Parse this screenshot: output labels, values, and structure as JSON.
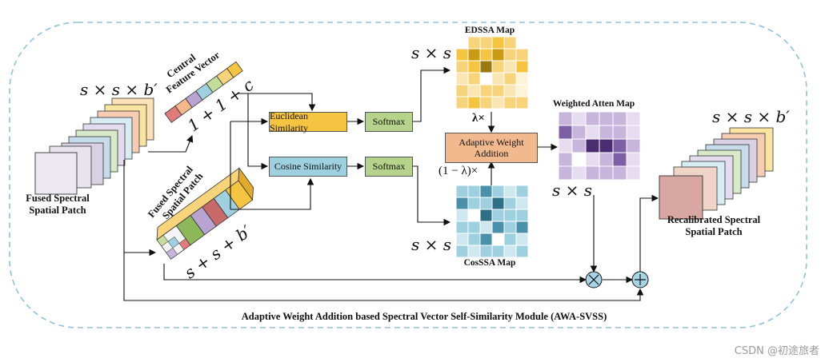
{
  "colors": {
    "frame_dash": "#8fc3d8",
    "euclidean_box": "#f5c542",
    "cosine_box": "#9fd0e0",
    "softmax_box": "#b5d38a",
    "adaptive_box": "#f2b98e",
    "circle_op": "#a8d4e6",
    "edssa_palette": [
      "#f7d37a",
      "#f5c542",
      "#c99a12",
      "#9a7a10",
      "#f9e6b2",
      "#fdf3d6"
    ],
    "cos_palette": [
      "#9fd0e0",
      "#4a90a8",
      "#2f6f86",
      "#cfe8f0"
    ],
    "weighted_palette": [
      "#c7b5db",
      "#7e5ea6",
      "#4b2d6f",
      "#e7ddf1"
    ]
  },
  "icons": {
    "multiply_op": "circle-times-icon",
    "add_op": "circle-plus-icon"
  },
  "labels": {
    "input_patch": [
      "Fused Spectral",
      "Spatial Patch"
    ],
    "input_dims": "s × s × b′",
    "central_vector": [
      "Central",
      "Feature Vector"
    ],
    "vector_dims_a": "1 + 1 + c",
    "fused_block": [
      "Fused Spectral",
      "Spatial Patch"
    ],
    "fused_dims": "s + s + b′",
    "euclidean": "Euclidean Similarity",
    "cosine": "Cosine Similarity",
    "softmax_1": "Softmax",
    "softmax_2": "Softmax",
    "edssa_title": "EDSSA Map",
    "edssa_dims": "s × s",
    "lambda": "λ×",
    "one_minus_lambda": "(1 − λ)×",
    "adaptive": [
      "Adaptive Weight",
      "Addition"
    ],
    "weighted_title": "Weighted Atten Map",
    "weighted_dims": "s × s",
    "cossa_title": "CosSSA Map",
    "cossa_dims": "s × s",
    "output_dims": "s × s × b′",
    "output_patch": [
      "Recalibrated Spectral",
      "Spatial Patch"
    ],
    "module_title": "Adaptive Weight Addition based Spectral Vector Self-Similarity Module (AWA-SVSS)",
    "watermark": "CSDN @初途旅者"
  }
}
